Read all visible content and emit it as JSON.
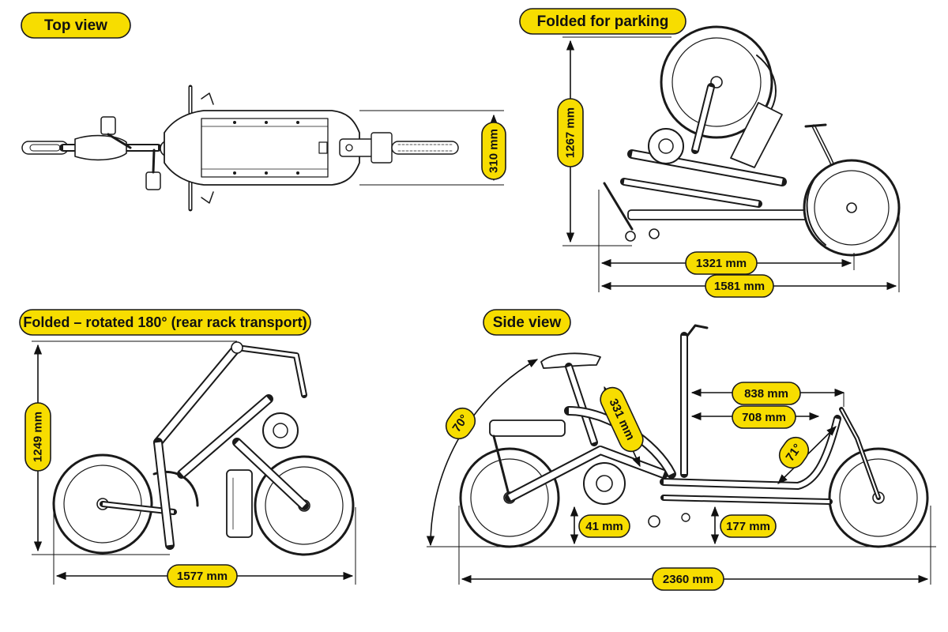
{
  "views": {
    "top": {
      "title": "Top view",
      "width": "310 mm"
    },
    "folded_parking": {
      "title": "Folded for parking",
      "height": "1267 mm",
      "length_inner": "1321 mm",
      "length_outer": "1581 mm"
    },
    "folded_rotated": {
      "title": "Folded – rotated 180° (rear rack transport)",
      "height": "1249 mm",
      "length": "1577 mm"
    },
    "side": {
      "title": "Side view",
      "seat_angle": "70°",
      "seat_post": "331 mm",
      "reach_upper": "838 mm",
      "reach_lower": "708 mm",
      "head_angle": "71°",
      "ground_clearance_mid": "41 mm",
      "ground_clearance_front": "177 mm",
      "length": "2360 mm"
    }
  },
  "colors": {
    "label_fill": "#f7dd00",
    "ink": "#1a1a1a"
  }
}
